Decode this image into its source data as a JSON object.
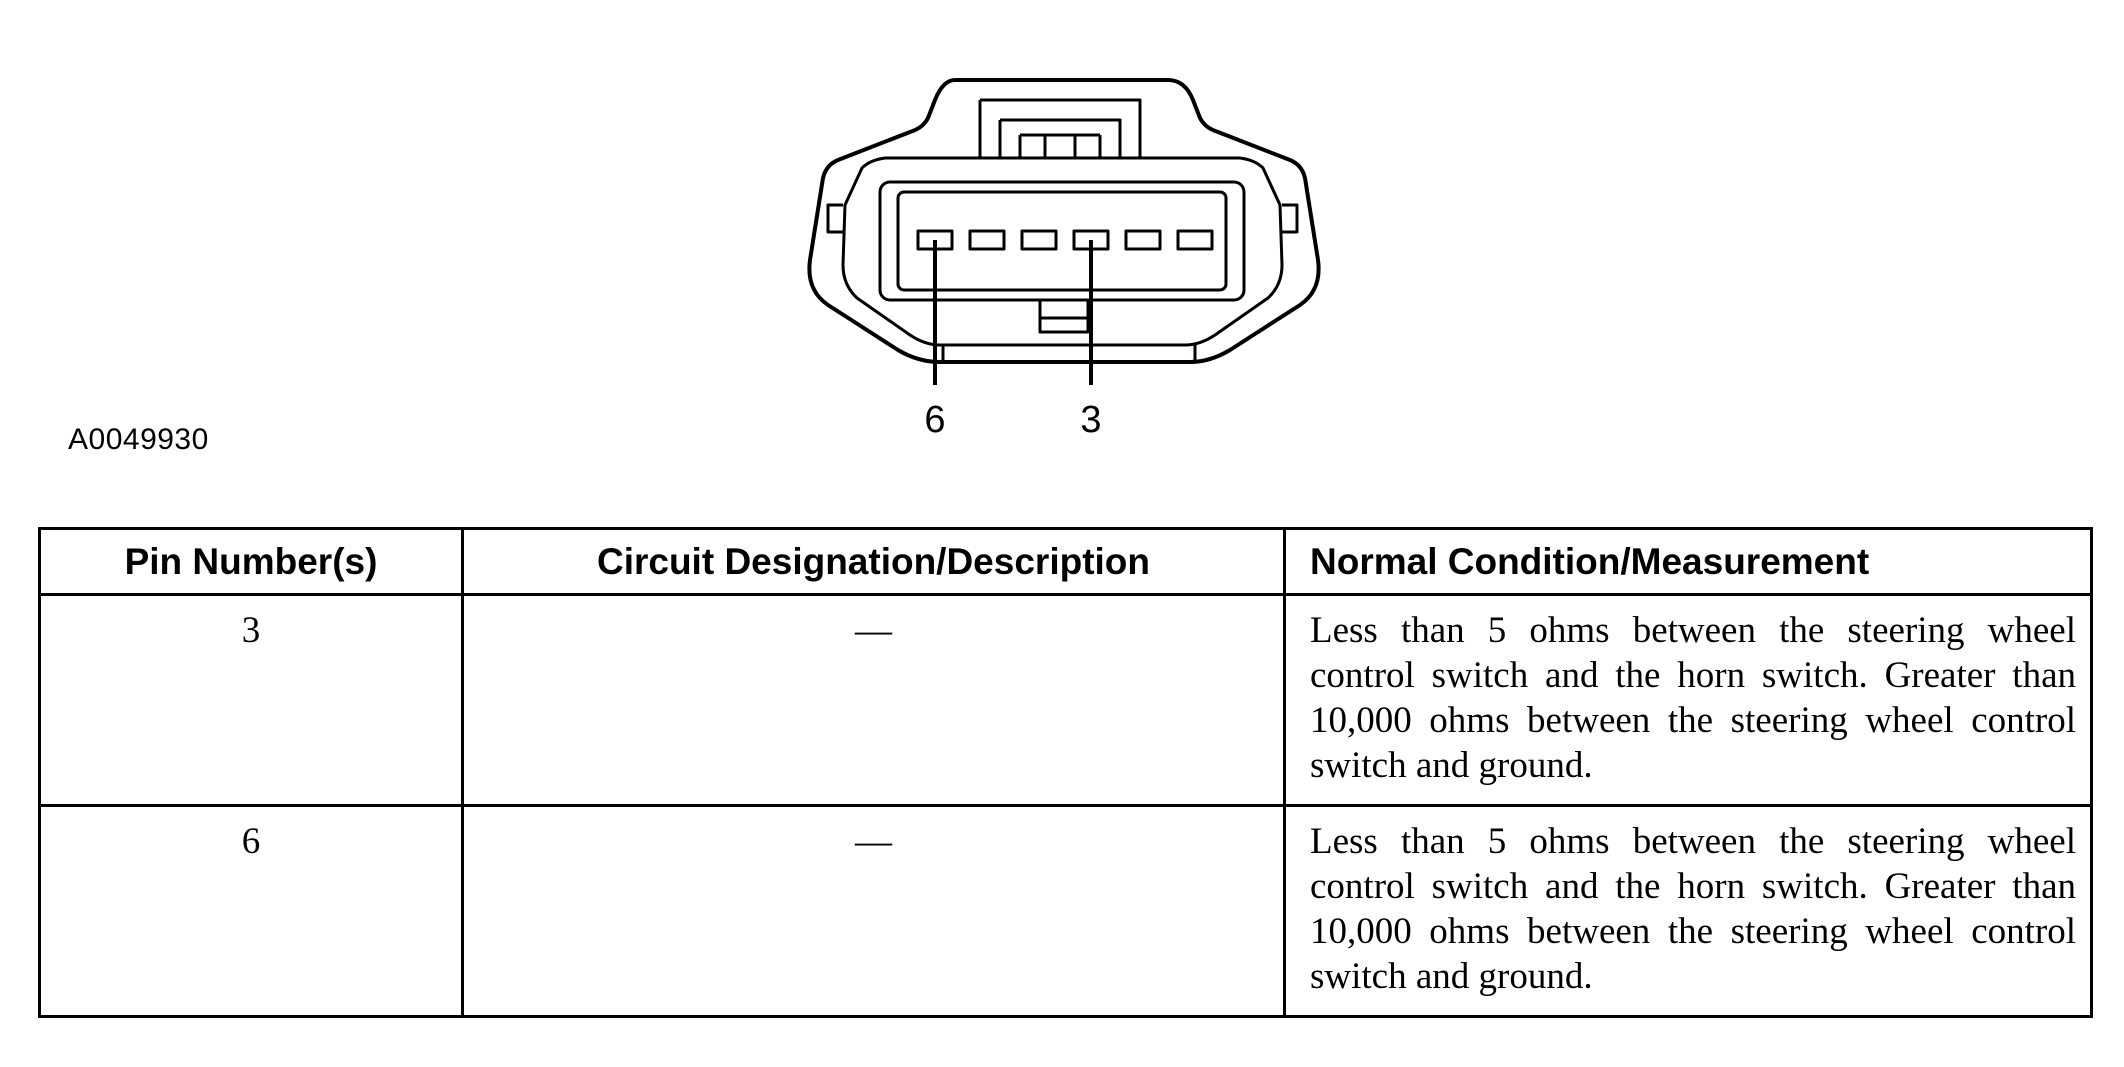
{
  "figure": {
    "id": "A0049930",
    "callouts": [
      {
        "pin": 6,
        "label": "6"
      },
      {
        "pin": 3,
        "label": "3"
      }
    ],
    "connector": {
      "cavity_count": 6,
      "highlighted_pins": [
        3,
        6
      ]
    }
  },
  "table": {
    "headers": [
      "Pin Number(s)",
      "Circuit Designation/Description",
      "Normal Condition/Measurement"
    ],
    "rows": [
      {
        "pin": "3",
        "circuit": "—",
        "measurement": "Less than 5 ohms between the steering wheel control switch and the horn switch. Greater than 10,000 ohms between the steering wheel control switch and ground."
      },
      {
        "pin": "6",
        "circuit": "—",
        "measurement": "Less than 5 ohms between the steering wheel control switch and the horn switch. Greater than 10,000 ohms between the steering wheel control switch and ground."
      }
    ]
  }
}
